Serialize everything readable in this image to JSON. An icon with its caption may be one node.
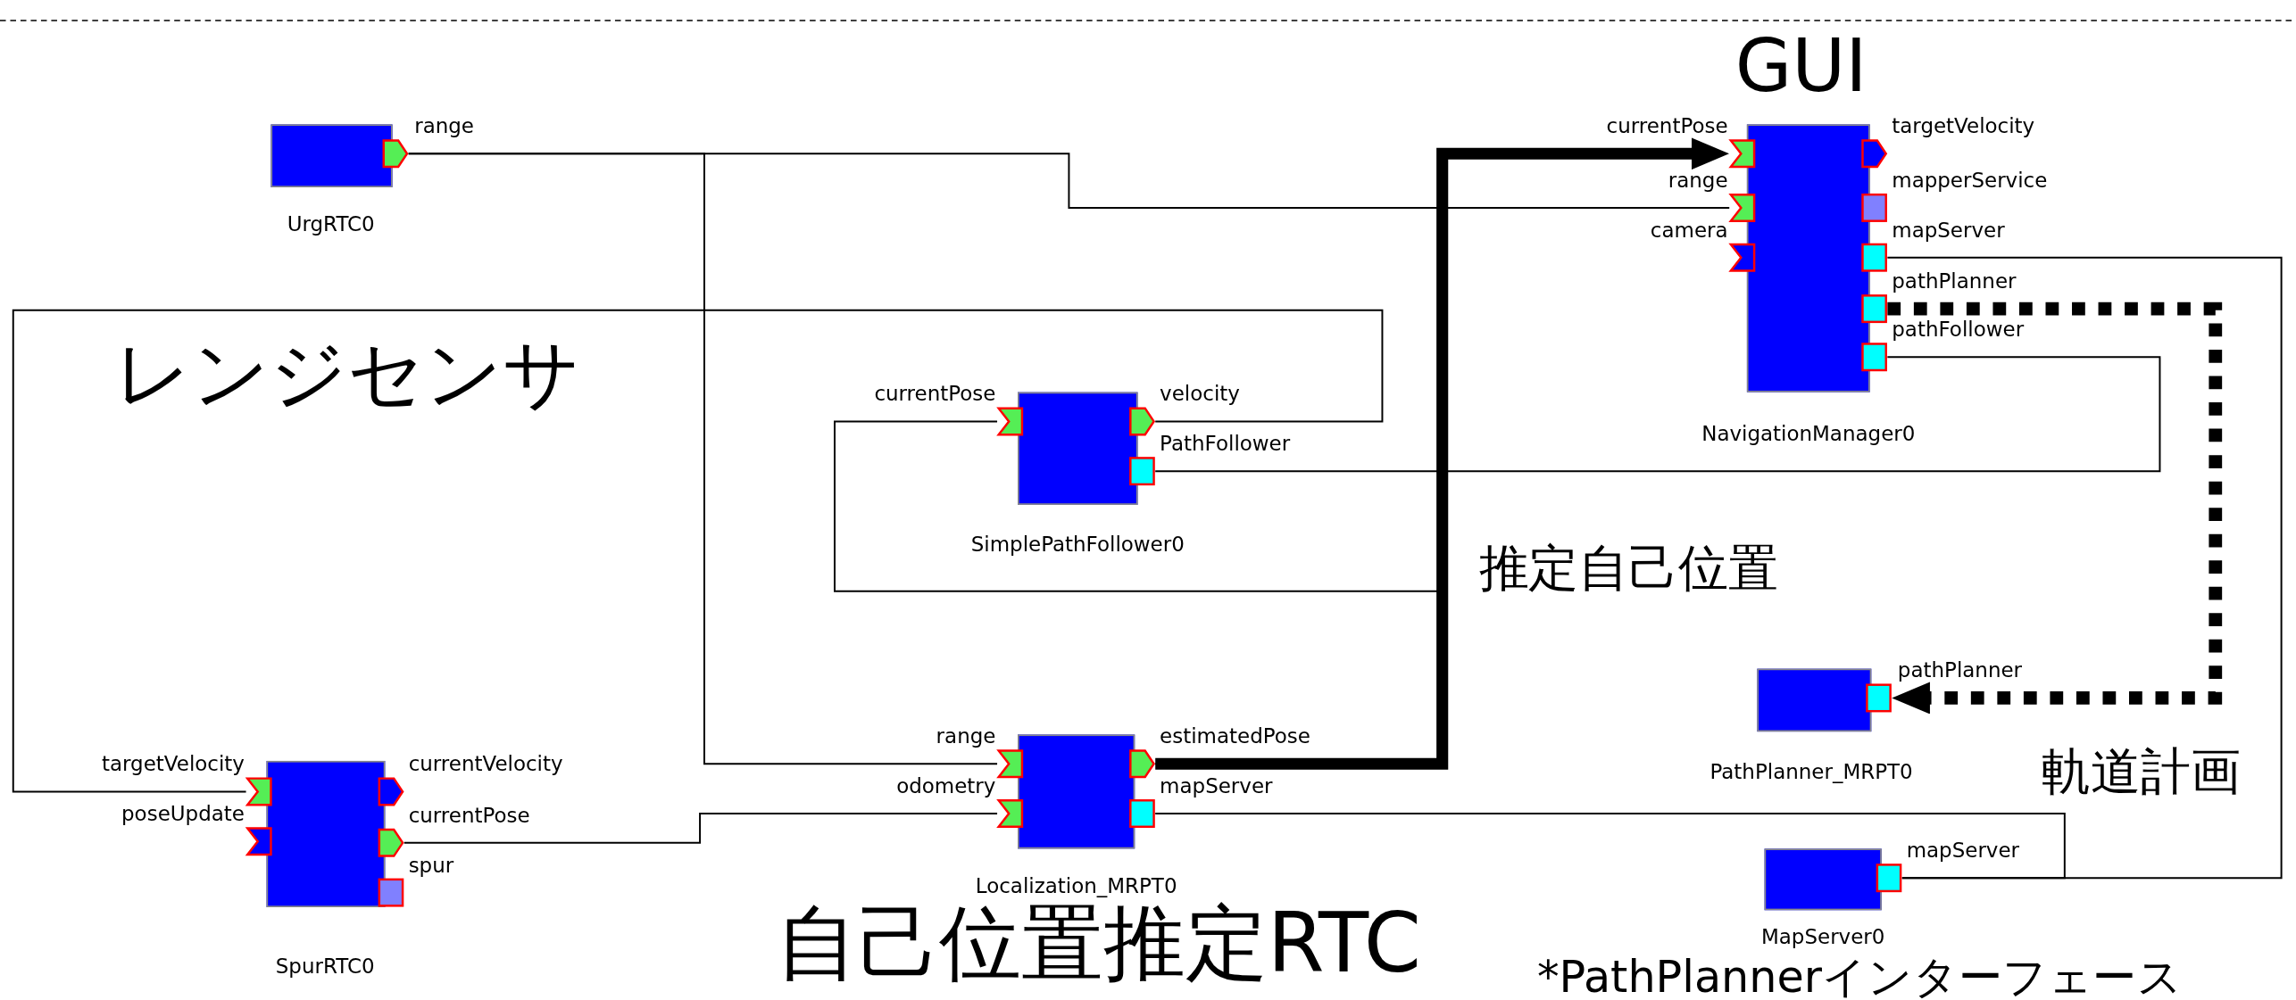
{
  "diagram": {
    "nodes": [
      {
        "text": [
          "UrgRTC0"
        ]
      },
      {
        "text": [],
        "shape": "pentagon",
        "beside": [
          "range"
        ]
      },
      {
        "text": [
          "SimplePathFollower0"
        ]
      },
      {
        "text": [],
        "shape": "chevron",
        "beside": [
          "currentPose"
        ]
      },
      {
        "text": [],
        "shape": "pentagon",
        "beside": [
          "velocity"
        ]
      },
      {
        "text": [],
        "shape": "box",
        "beside": [
          "PathFollower"
        ]
      },
      {
        "text": [
          "NavigationManager0"
        ]
      },
      {
        "text": [],
        "shape": "chevron",
        "beside": [
          "currentPose"
        ]
      },
      {
        "text": [],
        "shape": "chevron",
        "beside": [
          "range"
        ]
      },
      {
        "text": [],
        "shape": "chevron",
        "beside": [
          "camera"
        ]
      },
      {
        "text": [],
        "shape": "pentagon",
        "beside": [
          "targetVelocity"
        ]
      },
      {
        "text": [],
        "shape": "box",
        "beside": [
          "mapperService"
        ]
      },
      {
        "text": [],
        "shape": "box",
        "beside": [
          "mapServer"
        ]
      },
      {
        "text": [],
        "shape": "box",
        "beside": [
          "pathPlanner"
        ]
      },
      {
        "text": [],
        "shape": "box",
        "beside": [
          "pathFollower"
        ]
      },
      {
        "text": [
          "SpurRTC0"
        ]
      },
      {
        "text": [],
        "shape": "chevron",
        "beside": [
          "targetVelocity"
        ]
      },
      {
        "text": [],
        "shape": "chevron",
        "beside": [
          "poseUpdate"
        ]
      },
      {
        "text": [],
        "shape": "pentagon",
        "beside": [
          "currentVelocity"
        ]
      },
      {
        "text": [],
        "shape": "pentagon",
        "beside": [
          "currentPose"
        ]
      },
      {
        "text": [],
        "shape": "box",
        "beside": [
          "spur"
        ]
      },
      {
        "text": [
          "Localization_MRPT0"
        ]
      },
      {
        "text": [],
        "shape": "chevron",
        "beside": [
          "range"
        ]
      },
      {
        "text": [],
        "shape": "chevron",
        "beside": [
          "odometry"
        ]
      },
      {
        "text": [],
        "shape": "pentagon",
        "beside": [
          "estimatedPose"
        ]
      },
      {
        "text": [],
        "shape": "box",
        "beside": [
          "mapServer"
        ]
      },
      {
        "text": [
          "PathPlanner_MRPT0"
        ]
      },
      {
        "text": [],
        "shape": "box",
        "beside": [
          "pathPlanner"
        ]
      },
      {
        "text": [
          "MapServer0"
        ]
      },
      {
        "text": [],
        "shape": "box",
        "beside": [
          "mapServer"
        ]
      }
    ],
    "edges": [
      {
        "from": 1,
        "to": 8,
        "arrow": "none"
      },
      {
        "from": 1,
        "to": 22,
        "arrow": "none"
      },
      {
        "from": 4,
        "to": 16,
        "arrow": "none"
      },
      {
        "from": 24,
        "to": 7,
        "arrow": "to",
        "style": "thick"
      },
      {
        "from": 24,
        "to": 3,
        "arrow": "none"
      },
      {
        "from": 14,
        "to": 5,
        "arrow": "none"
      },
      {
        "from": 13,
        "to": 27,
        "arrow": "to",
        "style": "dashed"
      },
      {
        "from": 12,
        "to": 29,
        "arrow": "none"
      },
      {
        "from": 19,
        "to": 23,
        "arrow": "none"
      },
      {
        "from": 25,
        "to": 29,
        "arrow": "none"
      }
    ],
    "labels": [
      "GUI",
      "レンジセンサ",
      "推定自己位置",
      "軌道計画",
      "自己位置推定RTC",
      "*PathPlannerインターフェース"
    ]
  }
}
